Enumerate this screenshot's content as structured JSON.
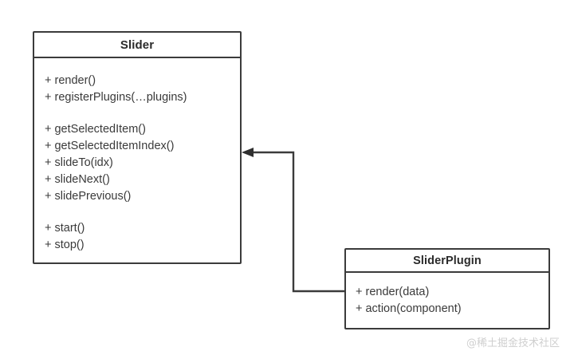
{
  "diagram": {
    "type": "uml-class-diagram",
    "background_color": "#ffffff",
    "border_color": "#3b3b3b",
    "text_color": "#3a3a3a"
  },
  "classes": [
    {
      "id": "slider",
      "name": "Slider",
      "groups": [
        {
          "members": [
            "+ render()",
            "+ registerPlugins(…plugins)"
          ]
        },
        {
          "members": [
            "+ getSelectedItem()",
            "+ getSelectedItemIndex()",
            "+ slideTo(idx)",
            "+ slideNext()",
            "+ slidePrevious()"
          ]
        },
        {
          "members": [
            "+ start()",
            "+ stop()"
          ]
        }
      ]
    },
    {
      "id": "sliderplugin",
      "name": "SliderPlugin",
      "groups": [
        {
          "members": [
            "+ render(data)",
            "+ action(component)"
          ]
        }
      ]
    }
  ],
  "connector": {
    "name": "association-sliderplugin-to-slider",
    "from": "SliderPlugin",
    "to": "Slider",
    "arrow": "open-filled-arrowhead",
    "direction": "left",
    "color": "#3b3b3b"
  },
  "watermark": {
    "text": "@稀土掘金技术社区",
    "color": "#cfcfcf"
  }
}
